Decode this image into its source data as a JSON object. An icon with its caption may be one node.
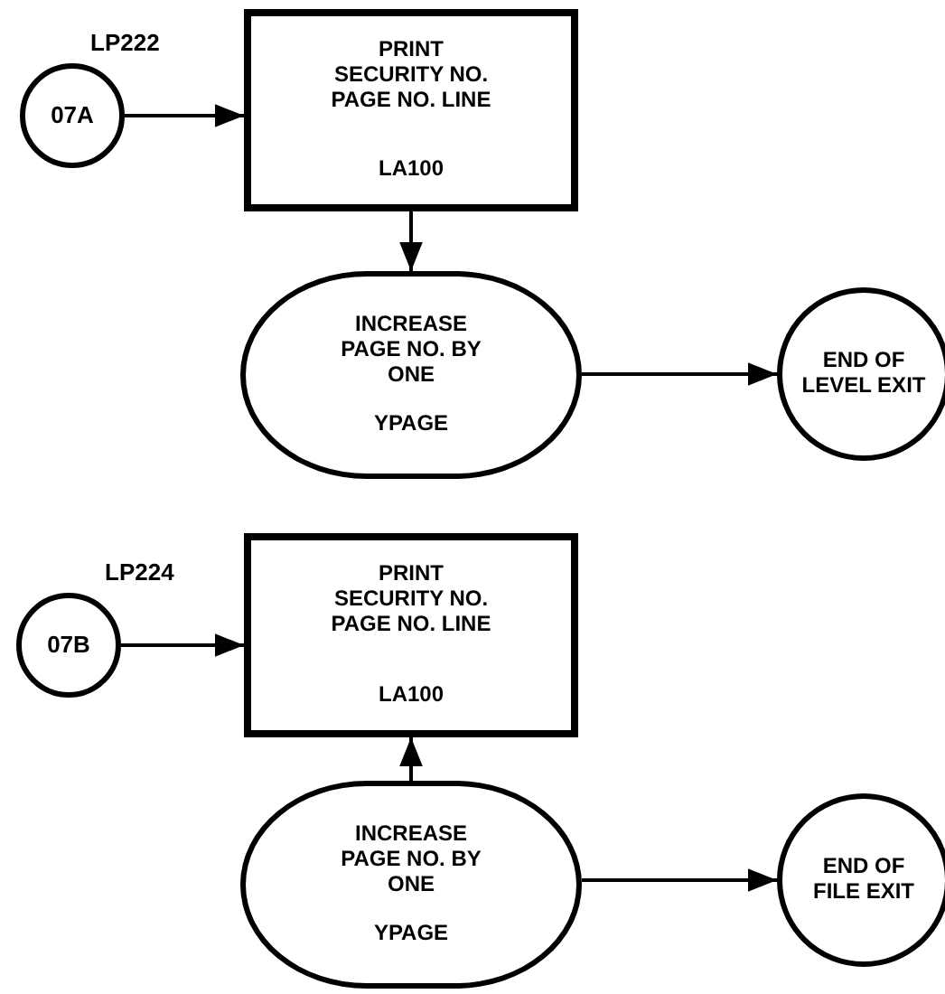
{
  "diagram": {
    "nodes": [
      {
        "text": [
          "07A"
        ],
        "beside": [
          "LP222"
        ]
      },
      {
        "text": [
          "PRINT SECURITY NO. PAGE NO. LINE",
          "LA100"
        ]
      },
      {
        "text": [
          "INCREASE PAGE NO. BY ONE",
          "YPAGE"
        ]
      },
      {
        "text": [
          "END OF LEVEL EXIT"
        ]
      },
      {
        "text": [
          "07B"
        ],
        "beside": [
          "LP224"
        ]
      },
      {
        "text": [
          "PRINT SECURITY NO. PAGE NO. LINE",
          "LA100"
        ]
      },
      {
        "text": [
          "INCREASE PAGE NO. BY ONE",
          "YPAGE"
        ]
      },
      {
        "text": [
          "END OF FILE EXIT"
        ]
      }
    ],
    "edges": [
      {
        "from": 0,
        "to": 1,
        "arrow": "to"
      },
      {
        "from": 1,
        "to": 2,
        "arrow": "to"
      },
      {
        "from": 2,
        "to": 3,
        "arrow": "to"
      },
      {
        "from": 4,
        "to": 5,
        "arrow": "to"
      },
      {
        "from": 6,
        "to": 5,
        "arrow": "to"
      },
      {
        "from": 6,
        "to": 7,
        "arrow": "to"
      }
    ]
  }
}
